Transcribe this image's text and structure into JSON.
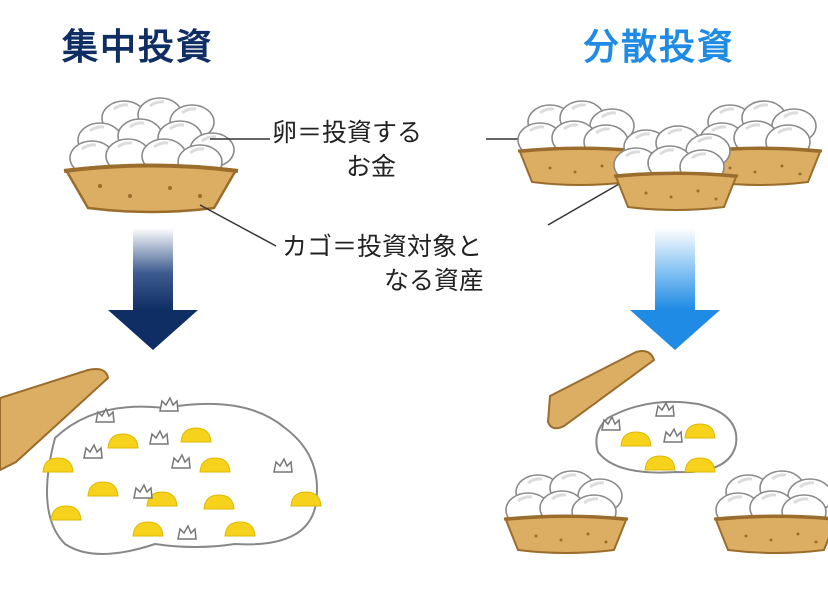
{
  "left_panel": {
    "title": "集中投資"
  },
  "right_panel": {
    "title": "分散投資"
  },
  "labels": {
    "egg_line1": "卵＝投資する",
    "egg_line2": "お金",
    "basket_line1": "カゴ＝投資対象と",
    "basket_line2": "なる資産"
  },
  "colors": {
    "left_title": "#0f2e63",
    "right_title": "#1f8be4",
    "basket": "#dcae63",
    "yolk": "#f6d21c"
  }
}
